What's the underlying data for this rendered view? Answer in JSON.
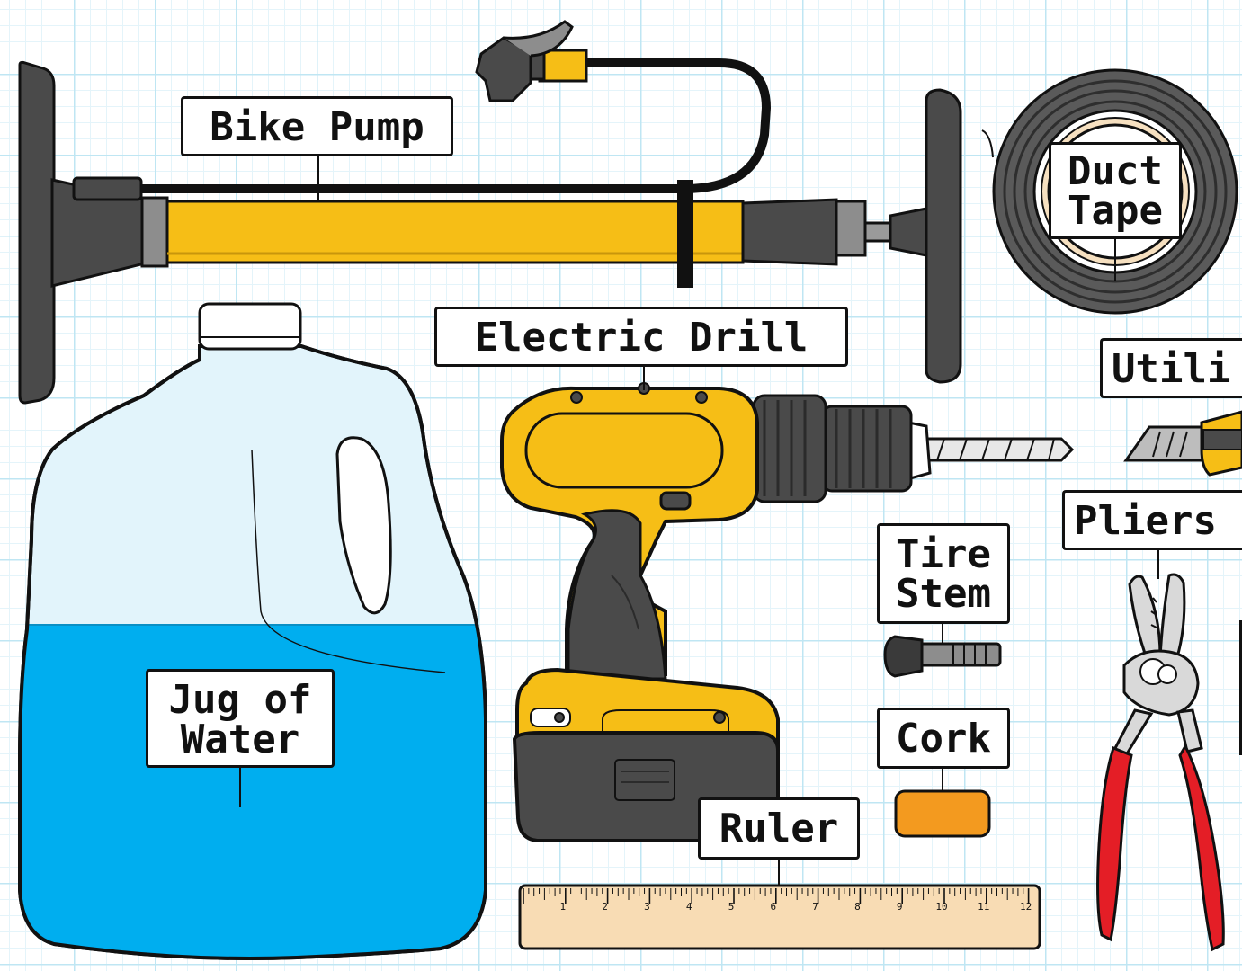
{
  "labels": {
    "bike_pump": "Bike Pump",
    "duct_tape": "Duct\nTape",
    "electric_drill": "Electric Drill",
    "utility_knife": "Utili",
    "jug_of_water": "Jug of\nWater",
    "tire_stem": "Tire\nStem",
    "pliers": "Pliers",
    "cork": "Cork",
    "ruler": "Ruler"
  },
  "ruler_ticks": [
    "1",
    "2",
    "3",
    "4",
    "5",
    "6",
    "7",
    "8",
    "9",
    "10",
    "11",
    "12"
  ],
  "colors": {
    "outline": "#111111",
    "dark_gray": "#4a4a4a",
    "yellow": "#f6be16",
    "water_blue": "#00aeef",
    "jug_plastic": "#e2f4fb",
    "cork_orange": "#f39a1f",
    "ruler_wood": "#f8dcb4",
    "plier_red": "#e41e26",
    "grid_line": "#bfe6f3"
  }
}
